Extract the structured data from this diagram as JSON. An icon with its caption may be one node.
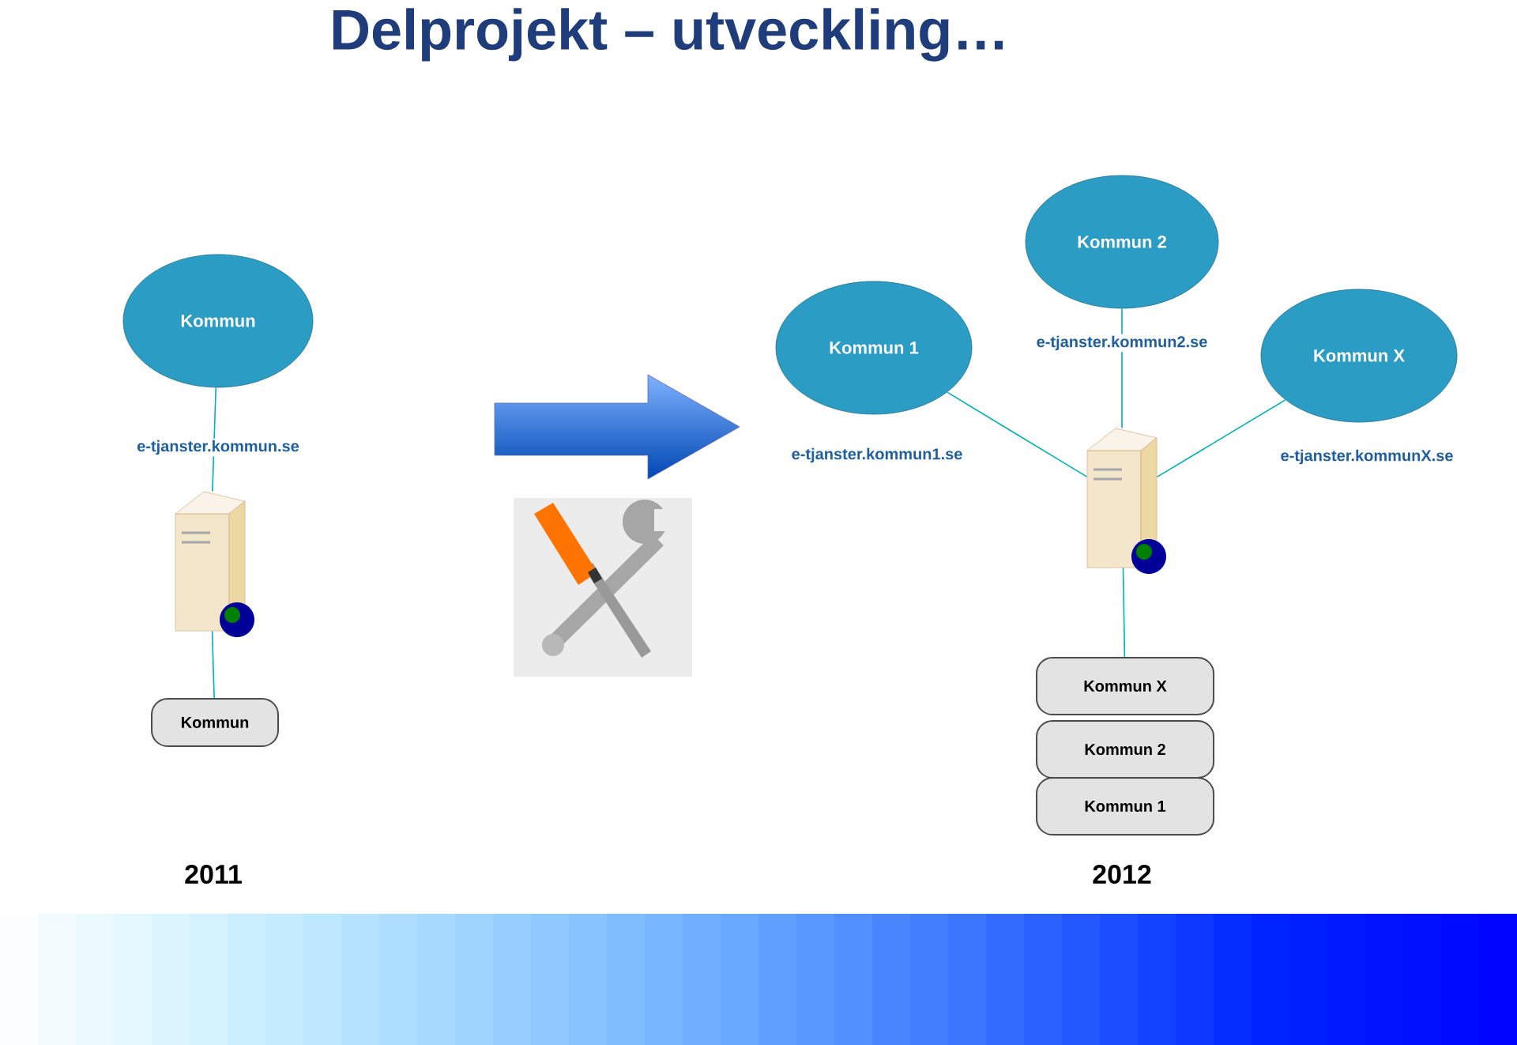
{
  "diagram": {
    "title": "Delprojekt – utveckling…",
    "nodes": [
      {
        "text": [
          "Kommun"
        ]
      },
      {
        "text": [],
        "shape": "server"
      },
      {
        "text": [
          "Kommun"
        ]
      },
      {
        "text": [
          "Kommun 2"
        ]
      },
      {
        "text": [
          "Kommun 1"
        ]
      },
      {
        "text": [
          "Kommun X"
        ]
      },
      {
        "text": [],
        "shape": "server"
      },
      {
        "text": [
          "Kommun X"
        ]
      },
      {
        "text": [
          "Kommun 2"
        ]
      },
      {
        "text": [
          "Kommun 1"
        ]
      }
    ],
    "edges": [
      {
        "from": 0,
        "to": 1,
        "arrow": "none",
        "label": "e-tjanster.kommun.se"
      },
      {
        "from": 1,
        "to": 2,
        "arrow": "none"
      },
      {
        "from": 4,
        "to": 6,
        "arrow": "none",
        "label": "e-tjanster.kommun1.se"
      },
      {
        "from": 3,
        "to": 6,
        "arrow": "none",
        "label": "e-tjanster.kommun2.se"
      },
      {
        "from": 5,
        "to": 6,
        "arrow": "none",
        "label": "e-tjanster.kommunX.se"
      },
      {
        "from": 6,
        "to": 7,
        "arrow": "none"
      }
    ],
    "labels": [
      "2011",
      "2012"
    ]
  }
}
